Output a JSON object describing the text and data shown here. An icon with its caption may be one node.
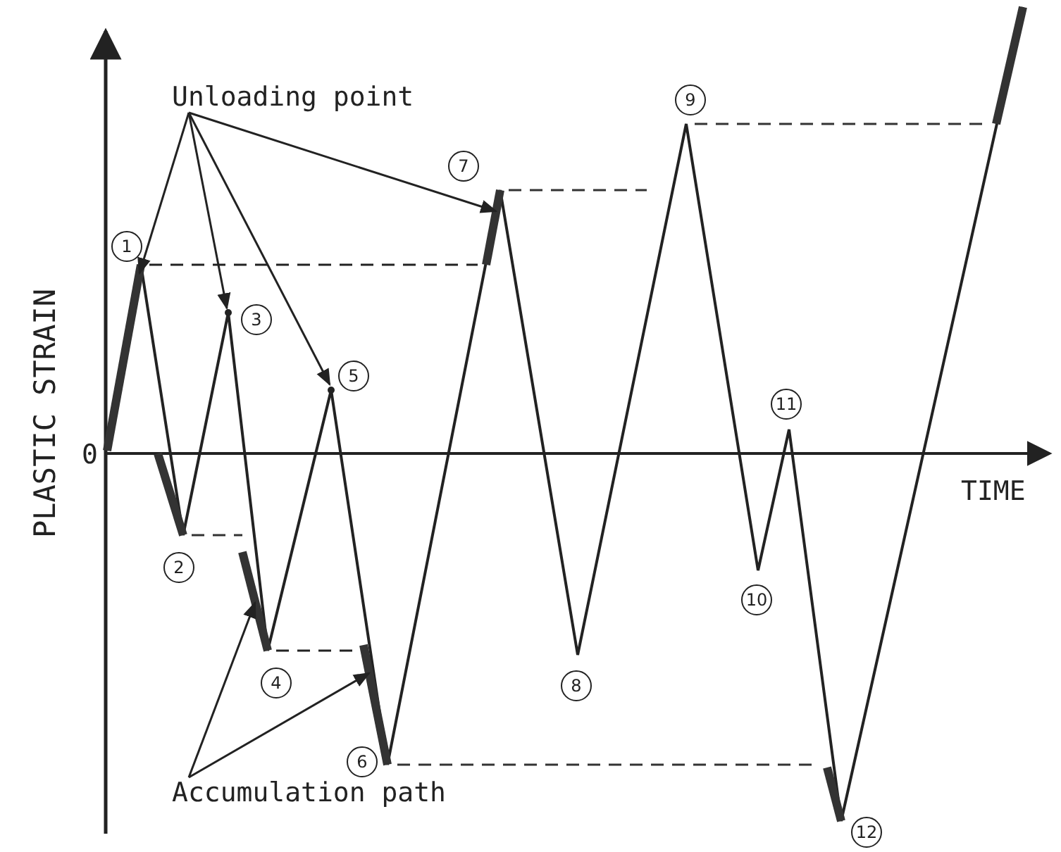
{
  "diagram": {
    "nodes": [
      {
        "text": [
          "Unloading point"
        ]
      },
      {
        "text": [
          "Accumulation path"
        ]
      },
      {
        "text": [],
        "shape": "bar"
      },
      {
        "text": [],
        "shape": "point"
      },
      {
        "text": [],
        "shape": "bar"
      },
      {
        "text": [],
        "shape": "point"
      },
      {
        "text": [],
        "shape": "bar"
      },
      {
        "text": [],
        "shape": "bar"
      }
    ],
    "edges": [
      {
        "from": 0,
        "to": 2,
        "arrow": "to"
      },
      {
        "from": 0,
        "to": 3,
        "arrow": "to"
      },
      {
        "from": 0,
        "to": 5,
        "arrow": "to"
      },
      {
        "from": 0,
        "to": 7,
        "arrow": "to"
      },
      {
        "from": 1,
        "to": 4,
        "arrow": "to"
      },
      {
        "from": 1,
        "to": 6,
        "arrow": "to"
      },
      {
        "from": 2,
        "to": 7,
        "arrow": "none",
        "style": "dashed"
      },
      {
        "from": 4,
        "to": 6,
        "arrow": "none",
        "style": "dashed"
      }
    ],
    "labels": [
      "PLASTIC STRAIN",
      "0",
      "TIME",
      "1",
      "2",
      "3",
      "4",
      "5",
      "6",
      "7",
      "8",
      "9",
      "10",
      "11",
      "12"
    ]
  }
}
